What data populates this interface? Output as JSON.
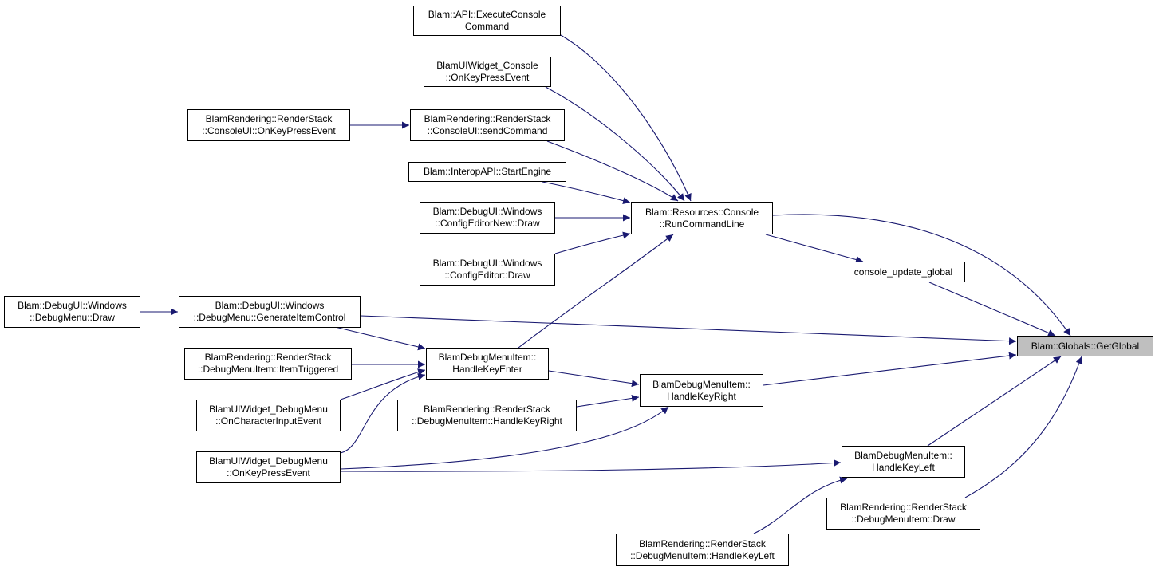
{
  "colors": {
    "edge": "#191970",
    "node_border": "#000000",
    "target_fill": "#bfbfbf"
  },
  "nodes": [
    {
      "id": "target",
      "lines": [
        "Blam::Globals::GetGlobal"
      ]
    },
    {
      "id": "execute_console",
      "lines": [
        "Blam::API::ExecuteConsole",
        "Command"
      ]
    },
    {
      "id": "uiwidget_console_keypress",
      "lines": [
        "BlamUIWidget_Console",
        "::OnKeyPressEvent"
      ]
    },
    {
      "id": "rs_consoleui_onkey",
      "lines": [
        "BlamRendering::RenderStack",
        "::ConsoleUI::OnKeyPressEvent"
      ]
    },
    {
      "id": "rs_consoleui_send",
      "lines": [
        "BlamRendering::RenderStack",
        "::ConsoleUI::sendCommand"
      ]
    },
    {
      "id": "interop_start",
      "lines": [
        "Blam::InteropAPI::StartEngine"
      ]
    },
    {
      "id": "configeditornew",
      "lines": [
        "Blam::DebugUI::Windows",
        "::ConfigEditorNew::Draw"
      ]
    },
    {
      "id": "configeditor",
      "lines": [
        "Blam::DebugUI::Windows",
        "::ConfigEditor::Draw"
      ]
    },
    {
      "id": "runcommandline",
      "lines": [
        "Blam::Resources::Console",
        "::RunCommandLine"
      ]
    },
    {
      "id": "console_update_global",
      "lines": [
        "console_update_global"
      ]
    },
    {
      "id": "debugmenu_draw",
      "lines": [
        "Blam::DebugUI::Windows",
        "::DebugMenu::Draw"
      ]
    },
    {
      "id": "generateitemcontrol",
      "lines": [
        "Blam::DebugUI::Windows",
        "::DebugMenu::GenerateItemControl"
      ]
    },
    {
      "id": "rs_itemtriggered",
      "lines": [
        "BlamRendering::RenderStack",
        "::DebugMenuItem::ItemTriggered"
      ]
    },
    {
      "id": "handlekeyenter",
      "lines": [
        "BlamDebugMenuItem::",
        "HandleKeyEnter"
      ]
    },
    {
      "id": "uiw_dm_charinput",
      "lines": [
        "BlamUIWidget_DebugMenu",
        "::OnCharacterInputEvent"
      ]
    },
    {
      "id": "uiw_dm_keypress",
      "lines": [
        "BlamUIWidget_DebugMenu",
        "::OnKeyPressEvent"
      ]
    },
    {
      "id": "handlekeyright",
      "lines": [
        "BlamDebugMenuItem::",
        "HandleKeyRight"
      ]
    },
    {
      "id": "rs_handlekeyright",
      "lines": [
        "BlamRendering::RenderStack",
        "::DebugMenuItem::HandleKeyRight"
      ]
    },
    {
      "id": "handlekeyleft",
      "lines": [
        "BlamDebugMenuItem::",
        "HandleKeyLeft"
      ]
    },
    {
      "id": "rs_dmi_draw",
      "lines": [
        "BlamRendering::RenderStack",
        "::DebugMenuItem::Draw"
      ]
    },
    {
      "id": "rs_handlekeyleft",
      "lines": [
        "BlamRendering::RenderStack",
        "::DebugMenuItem::HandleKeyLeft"
      ]
    }
  ],
  "edges": [
    {
      "from": "execute_console",
      "to": "runcommandline"
    },
    {
      "from": "uiwidget_console_keypress",
      "to": "runcommandline"
    },
    {
      "from": "rs_consoleui_onkey",
      "to": "rs_consoleui_send"
    },
    {
      "from": "rs_consoleui_send",
      "to": "runcommandline"
    },
    {
      "from": "interop_start",
      "to": "runcommandline"
    },
    {
      "from": "configeditornew",
      "to": "runcommandline"
    },
    {
      "from": "configeditor",
      "to": "runcommandline"
    },
    {
      "from": "handlekeyenter",
      "to": "runcommandline"
    },
    {
      "from": "runcommandline",
      "to": "target"
    },
    {
      "from": "runcommandline",
      "to": "console_update_global"
    },
    {
      "from": "console_update_global",
      "to": "target"
    },
    {
      "from": "debugmenu_draw",
      "to": "generateitemcontrol"
    },
    {
      "from": "generateitemcontrol",
      "to": "target"
    },
    {
      "from": "generateitemcontrol",
      "to": "handlekeyenter"
    },
    {
      "from": "rs_itemtriggered",
      "to": "handlekeyenter"
    },
    {
      "from": "uiw_dm_charinput",
      "to": "handlekeyenter"
    },
    {
      "from": "uiw_dm_keypress",
      "to": "handlekeyenter"
    },
    {
      "from": "handlekeyenter",
      "to": "handlekeyright"
    },
    {
      "from": "rs_handlekeyright",
      "to": "handlekeyright"
    },
    {
      "from": "uiw_dm_keypress",
      "to": "handlekeyright"
    },
    {
      "from": "handlekeyright",
      "to": "target"
    },
    {
      "from": "uiw_dm_keypress",
      "to": "handlekeyleft"
    },
    {
      "from": "rs_handlekeyleft",
      "to": "handlekeyleft"
    },
    {
      "from": "handlekeyleft",
      "to": "target"
    },
    {
      "from": "rs_dmi_draw",
      "to": "target"
    }
  ]
}
